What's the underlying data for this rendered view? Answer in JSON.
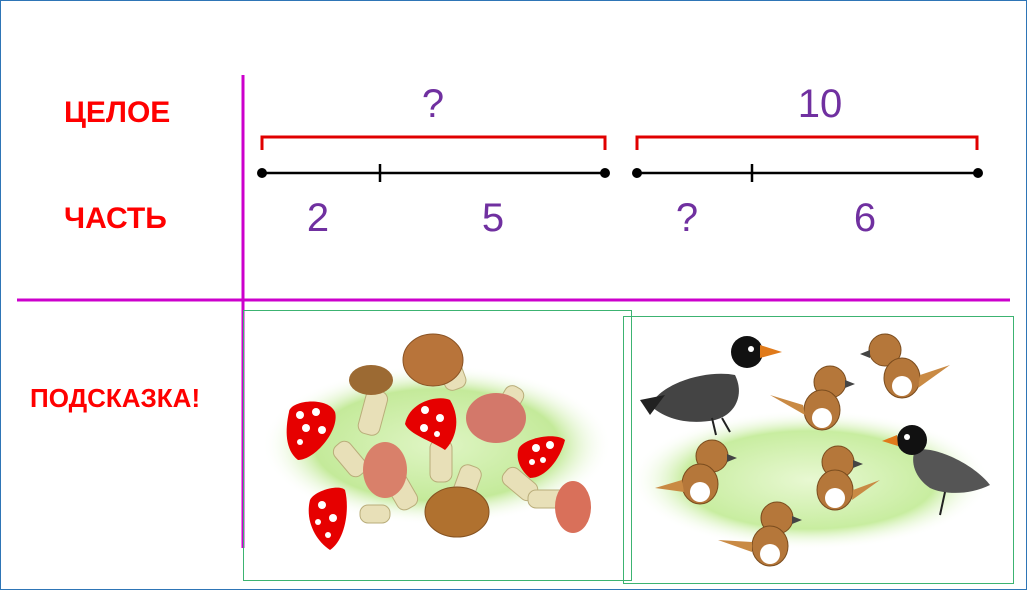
{
  "labels": {
    "whole": "ЦЕЛОЕ",
    "part": "ЧАСТЬ",
    "hint": "ПОДСКАЗКА!"
  },
  "left_segment": {
    "whole": "?",
    "part1": "2",
    "part2": "5"
  },
  "right_segment": {
    "whole": "10",
    "part1": "?",
    "part2": "6"
  },
  "colors": {
    "label": "#ff0000",
    "numbers": "#7030a0",
    "divider": "#cc00cc",
    "bracket": "#e00000",
    "picture_frame": "#3cb371"
  },
  "pictures": {
    "left": "mushrooms-picture",
    "right": "birds-picture"
  }
}
